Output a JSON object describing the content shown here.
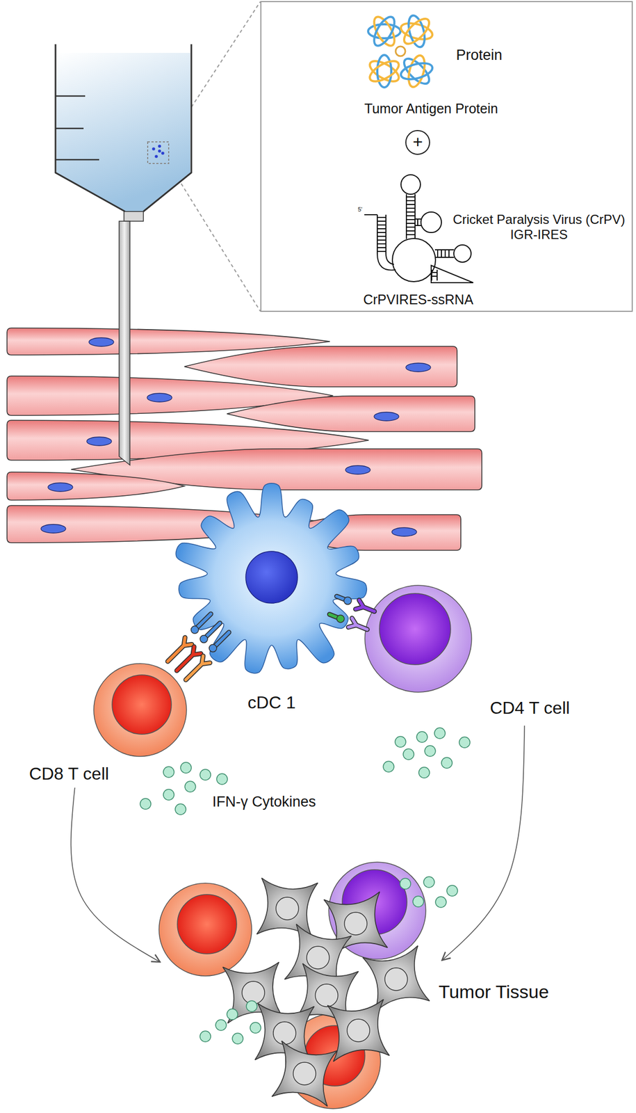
{
  "diagram": {
    "nodes": [
      {
        "text": [
          "Protein",
          "Tumor Antigen Protein",
          "Cricket Paralysis Virus (CrPV) IGR-IRES",
          "CrPVIRES-ssRNA"
        ]
      },
      {
        "text": [
          "cDC 1"
        ]
      },
      {
        "text": [
          "CD8 T cell"
        ]
      },
      {
        "text": [
          "CD4 T cell"
        ]
      },
      {
        "text": [
          "Tumor Tissue"
        ]
      }
    ],
    "edges": [
      {
        "from": 2,
        "to": 4,
        "arrow": "to"
      },
      {
        "from": 3,
        "to": 4,
        "arrow": "to"
      }
    ],
    "labels": [
      "+",
      "5'",
      "IFN-γ Cytokines"
    ]
  }
}
